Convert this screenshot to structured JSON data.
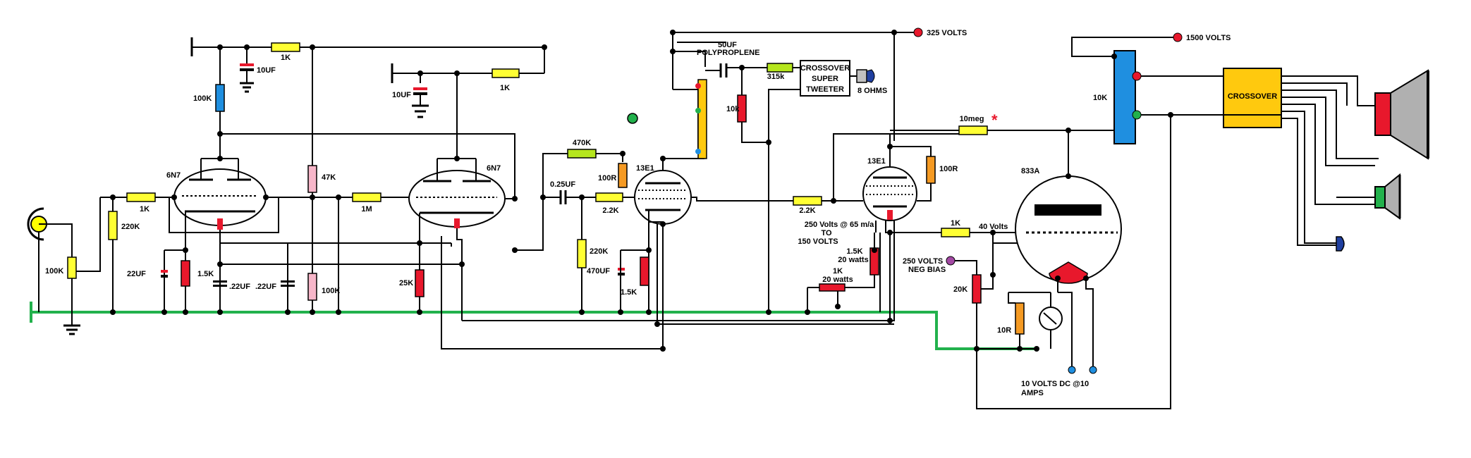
{
  "colors": {
    "wire": "#000000",
    "ground_bus": "#22b14c",
    "resistor_yellow": "#ffff33",
    "resistor_red": "#e8182c",
    "resistor_blue": "#1f8fe0",
    "resistor_pink": "#f7b6c9",
    "resistor_orange": "#f59a23",
    "resistor_green": "#b5e61d",
    "crossover_box": "#ffc90e",
    "supply_dot": "#e8182c",
    "bias_dot": "#a349a4",
    "meter_dot": "#1f8fe0",
    "input_jack": "#ffff00"
  },
  "labels": {
    "r_100k_in": "100K",
    "r_220k_grid": "220K",
    "r_1k_grid1": "1K",
    "c_22uf": "22UF",
    "r_1_5k_cath1": "1.5K",
    "c_22uf_a": ".22UF",
    "c_22uf_b": ".22UF",
    "tube_6n7_a": "6N7",
    "r_100k_plate1": "100K",
    "c_10uf_a": "10UF",
    "r_1k_top": "1K",
    "r_47k": "47K",
    "r_100k_div": "100K",
    "r_1m": "1M",
    "c_10uf_b": "10UF",
    "r_1k_mid": "1K",
    "tube_6n7_b": "6N7",
    "r_25k": "25K",
    "c_0_25uf": "0.25UF",
    "r_470k": "470K",
    "r_100r_a": "100R",
    "tube_13e1_a": "13E1",
    "r_2_2k_a": "2.2K",
    "r_220k_b": "220K",
    "c_470uf": "470UF",
    "r_1_5k_b": "1.5K",
    "c_50uf": "50UF",
    "polypropylene": "POLYPROPLENE",
    "r_315k": "315k",
    "r_10k_small": "10k",
    "crossover_super_l1": "CROSSOVER",
    "crossover_super_l2": "SUPER",
    "crossover_super_l3": "TWEETER",
    "ohms_8": "8 OHMS",
    "supply_325": "325 VOLTS",
    "r_2_2k_b": "2.2K",
    "tube_13e1_b": "13E1",
    "r_100r_b": "100R",
    "r_10meg": "10meg",
    "star": "*",
    "volts_250_l1": "250 Volts @ 65 m/a",
    "volts_250_l2": "TO",
    "volts_250_l3": "150 VOLTS",
    "r_1_5k_20w_l1": "1.5K",
    "r_1_5k_20w_l2": "20 watts",
    "r_1k_20w_l1": "1K",
    "r_1k_20w_l2": "20 watts",
    "r_1k_bias": "1K",
    "volts_40": "40 Volts",
    "neg_bias_l1": "250 VOLTS",
    "neg_bias_l2": "NEG BIAS",
    "r_20k": "20K",
    "r_10r": "10R",
    "tube_833a": "833A",
    "filament_l1": "10 VOLTS DC @10",
    "filament_l2": "AMPS",
    "supply_1500": "1500 VOLTS",
    "r_10k_big": "10K",
    "crossover_main": "CROSSOVER"
  }
}
